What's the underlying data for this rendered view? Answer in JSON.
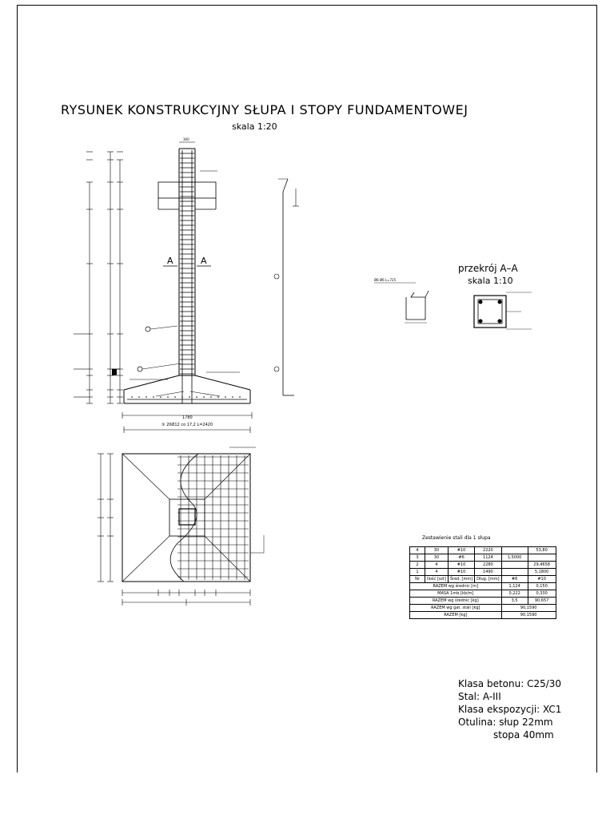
{
  "title": "RYSUNEK KONSTRUKCYJNY SŁUPA I STOPY FUNDAMENTOWEJ",
  "subtitle": "skala 1:20",
  "section": {
    "title": "przekrój A–A",
    "scale": "skala 1:10",
    "marker": "A"
  },
  "notes": {
    "concrete": "Klasa betonu: C25/30",
    "steel": "Stal: A-III",
    "exposure": "Klasa ekspozycji: XC1",
    "cover_column": "Otulina: słup 22mm",
    "cover_footing": "stopa 40mm"
  },
  "steel_table": {
    "caption": "Zestawienie stali dla 1 słupa",
    "rows": [
      [
        "4",
        "30",
        "#10",
        "2220",
        "",
        "53,80"
      ],
      [
        "3",
        "30",
        "#6",
        "1124",
        "1,5000",
        ""
      ],
      [
        "2",
        "4",
        "#10",
        "2280",
        "",
        "29,4658"
      ],
      [
        "1",
        "4",
        "#10",
        "1490",
        "",
        "5,1800"
      ]
    ],
    "header": [
      "Nr",
      "Ilość [szt]",
      "Śred. [mm]",
      "Dług. [mm]",
      "#6",
      "#10"
    ],
    "totals": [
      {
        "label": "RAZEM wg średnic [m]",
        "v6": "1,124",
        "v10": "0,150"
      },
      {
        "label": "MASA 1mb [kb/m]",
        "v6": "0,222",
        "v10": "0,330"
      },
      {
        "label": "RAZEM wg średnic [kg]",
        "v6": "3,5",
        "v10": "90,657"
      },
      {
        "label": "RAZEM wg gat. stali [kg]",
        "v": "90,1590"
      },
      {
        "label": "RAZEM [kg]",
        "v": "90,1590"
      }
    ]
  },
  "labels": {
    "bottom_rebar": "③ 20Ø12 co 17,2 L=2420",
    "stirrup_callout": "Ø8 Ø6 L=725",
    "footing_width": "1780",
    "column_width": "300"
  }
}
